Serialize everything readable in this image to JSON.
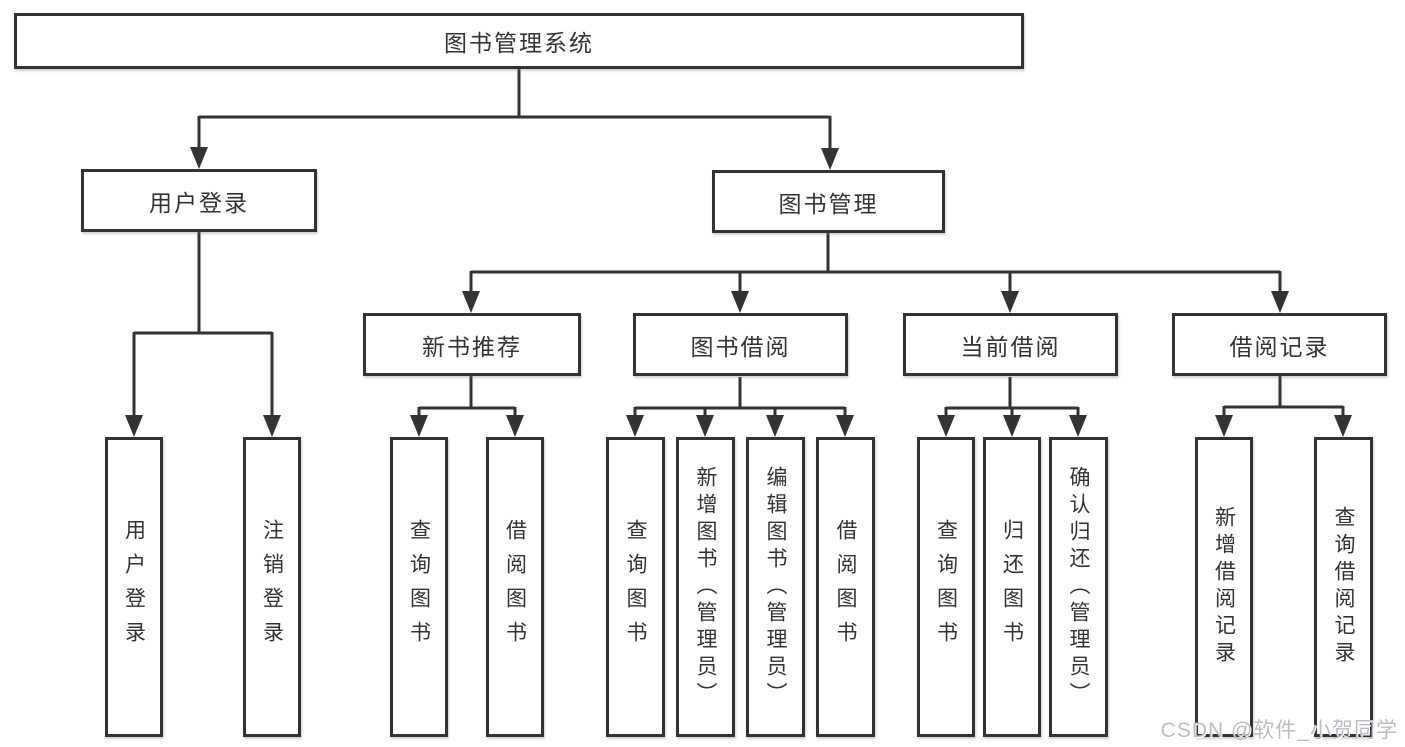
{
  "tree": {
    "root": "图书管理系统",
    "user_login": {
      "label": "用户登录",
      "children": [
        "用户登录",
        "注销登录"
      ]
    },
    "book_management": {
      "label": "图书管理",
      "sections": [
        {
          "label": "新书推荐",
          "children": [
            "查询图书",
            "借阅图书"
          ]
        },
        {
          "label": "图书借阅",
          "children": [
            "查询图书",
            "新增图书（管理员）",
            "编辑图书（管理员）",
            "借阅图书"
          ]
        },
        {
          "label": "当前借阅",
          "children": [
            "查询图书",
            "归还图书",
            "确认归还（管理员）"
          ]
        },
        {
          "label": "借阅记录",
          "children": [
            "新增借阅记录",
            "查询借阅记录"
          ]
        }
      ]
    }
  },
  "colors": {
    "line": "#333333",
    "box_border": "#333333",
    "box_background": "#ffffff",
    "text": "#333333",
    "watermark": "#b9bec4",
    "page_background": "#ffffff"
  },
  "watermark": {
    "text": "CSDN @软件_小贺同学"
  }
}
